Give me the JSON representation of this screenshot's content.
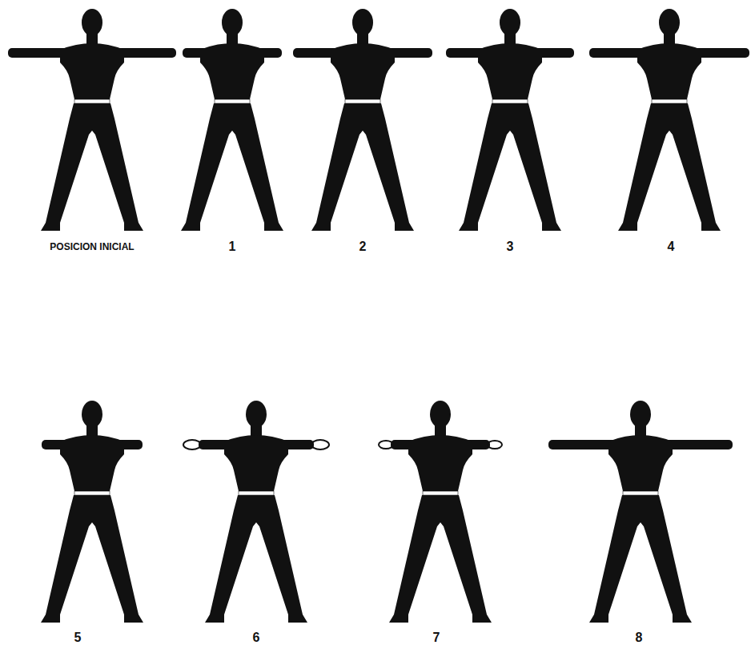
{
  "diagram": {
    "labels": [
      "POSICION INICIAL",
      "1",
      "2",
      "3",
      "4",
      "5",
      "6",
      "7",
      "8"
    ]
  }
}
